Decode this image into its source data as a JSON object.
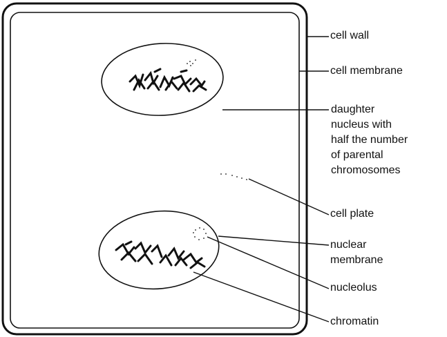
{
  "labels": {
    "cell_wall": "cell wall",
    "cell_membrane": "cell membrane",
    "daughter_nucleus": [
      "daughter",
      "nucleus with",
      "half the number",
      "of parental",
      "chromosomes"
    ],
    "cell_plate": "cell plate",
    "nuclear_membrane": [
      "nuclear",
      "membrane"
    ],
    "nucleolus": "nucleolus",
    "chromatin": "chromatin"
  },
  "colors": {
    "ink": "#111111",
    "background": "#ffffff"
  }
}
